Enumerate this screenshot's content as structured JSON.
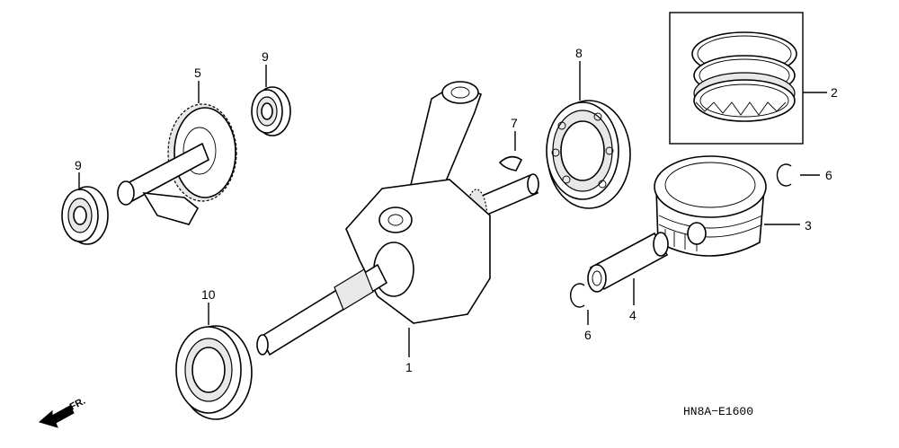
{
  "labels": {
    "crankshaft": "1",
    "piston_rings": "2",
    "piston": "3",
    "piston_pin": "4",
    "balancer_shaft": "5",
    "clip_right": "6",
    "clip_left": "6",
    "key": "7",
    "bearing_large": "8",
    "bearing_upper": "9",
    "bearing_left": "9",
    "oil_seal": "10"
  },
  "diagram_code": "HN8A−E1600",
  "direction_label": "FR."
}
